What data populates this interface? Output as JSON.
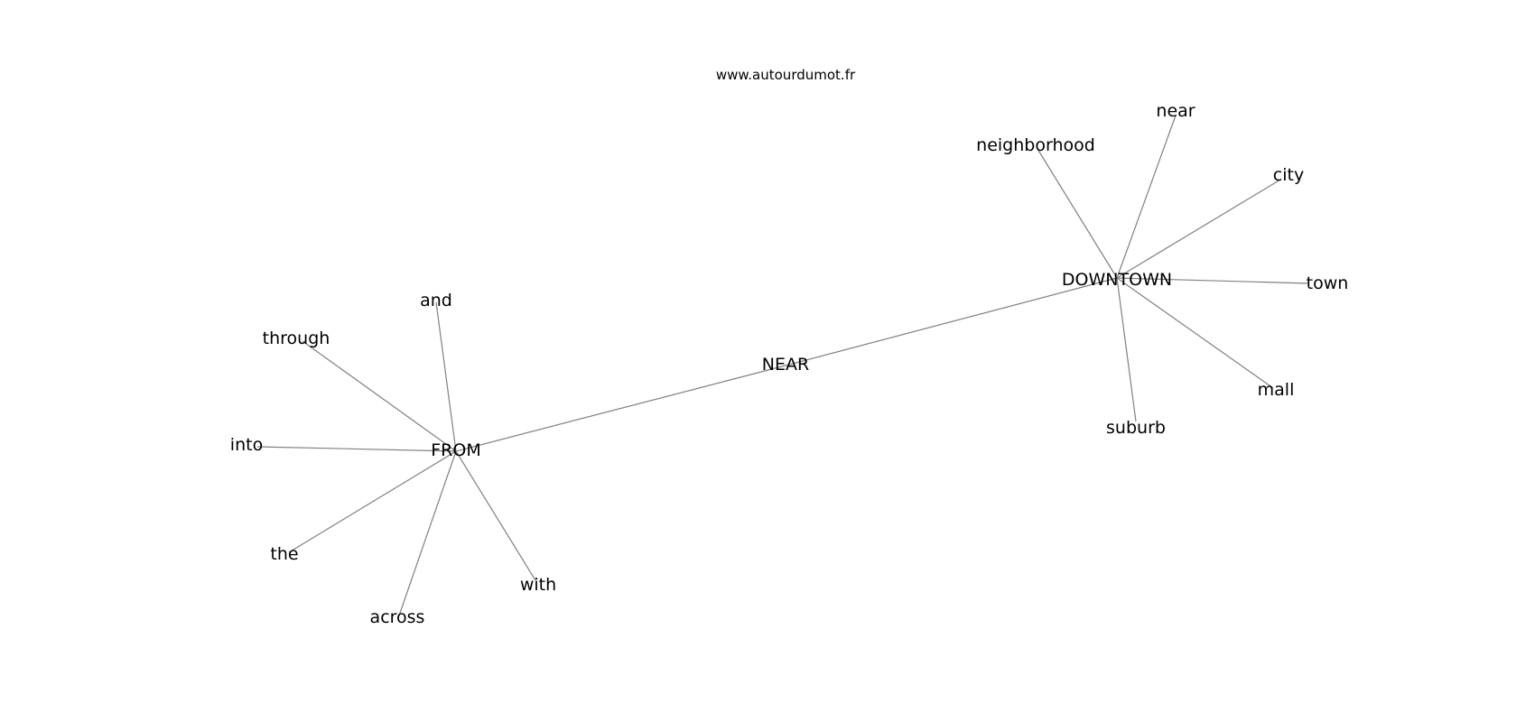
{
  "source": "www.autourdumot.fr",
  "graph": {
    "center": "NEAR",
    "hubs": [
      "FROM",
      "DOWNTOWN"
    ],
    "nodes": [
      {
        "id": "near_c",
        "label": "NEAR"
      },
      {
        "id": "from",
        "label": "FROM"
      },
      {
        "id": "downtown",
        "label": "DOWNTOWN"
      },
      {
        "id": "and",
        "label": "and"
      },
      {
        "id": "through",
        "label": "through"
      },
      {
        "id": "into",
        "label": "into"
      },
      {
        "id": "the",
        "label": "the"
      },
      {
        "id": "across",
        "label": "across"
      },
      {
        "id": "with",
        "label": "with"
      },
      {
        "id": "neighborhood",
        "label": "neighborhood"
      },
      {
        "id": "near_w",
        "label": "near"
      },
      {
        "id": "city",
        "label": "city"
      },
      {
        "id": "town",
        "label": "town"
      },
      {
        "id": "mall",
        "label": "mall"
      },
      {
        "id": "suburb",
        "label": "suburb"
      }
    ],
    "edges": [
      [
        "near_c",
        "from"
      ],
      [
        "near_c",
        "downtown"
      ],
      [
        "from",
        "and"
      ],
      [
        "from",
        "through"
      ],
      [
        "from",
        "into"
      ],
      [
        "from",
        "the"
      ],
      [
        "from",
        "across"
      ],
      [
        "from",
        "with"
      ],
      [
        "downtown",
        "neighborhood"
      ],
      [
        "downtown",
        "near_w"
      ],
      [
        "downtown",
        "city"
      ],
      [
        "downtown",
        "town"
      ],
      [
        "downtown",
        "mall"
      ],
      [
        "downtown",
        "suburb"
      ]
    ]
  }
}
